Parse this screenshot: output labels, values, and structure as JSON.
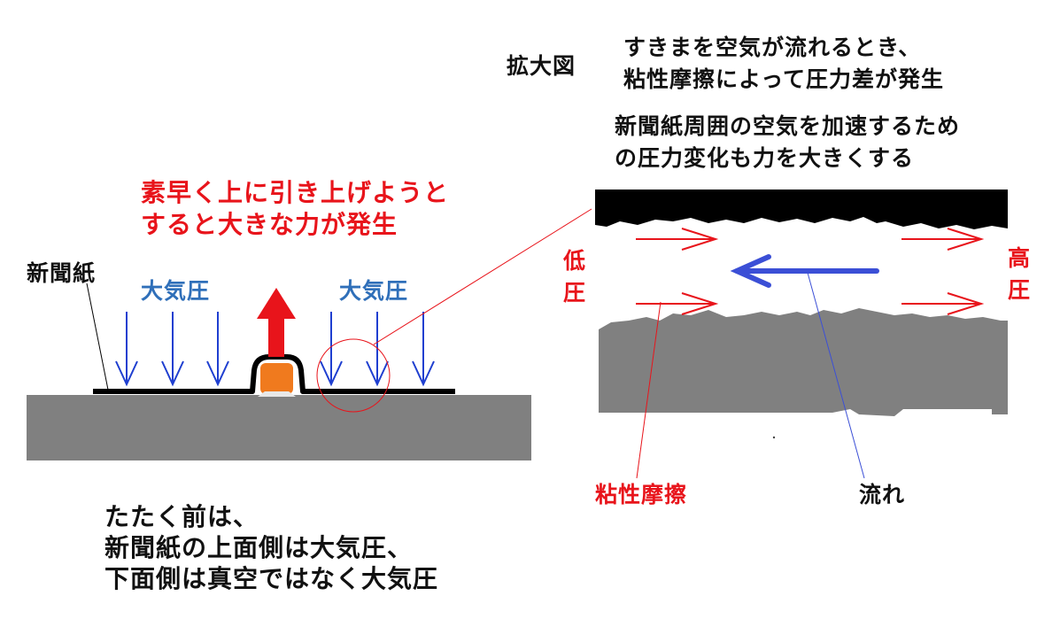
{
  "left": {
    "newspaper_label": "新聞紙",
    "pressure_left": "大気圧",
    "pressure_right": "大気圧",
    "pull_line1": "素早く上に引き上げようと",
    "pull_line2": "すると大きな力が発生",
    "note_line1": "たたく前は、",
    "note_line2": "新聞紙の上面側は大気圧、",
    "note_line3": "下面側は真空ではなく大気圧"
  },
  "right": {
    "title": "拡大図",
    "desc_line1": "すきまを空気が流れるとき、",
    "desc_line2": "粘性摩擦によって圧力差が発生",
    "desc_line3": "新聞紙周囲の空気を加速するため",
    "desc_line4": "の圧力変化も力を大きくする",
    "low_pressure_1": "低",
    "low_pressure_2": "圧",
    "high_pressure_1": "高",
    "high_pressure_2": "圧",
    "viscous_friction": "粘性摩擦",
    "flow": "流れ"
  },
  "colors": {
    "red": "#e8141b",
    "blue": "#2f6fb9",
    "arrow_blue": "#1f3fd0",
    "flow_blue": "#3b4fd6",
    "ground_gray": "#808080",
    "newspaper_black": "#000000",
    "object_orange": "#f07a1e"
  }
}
